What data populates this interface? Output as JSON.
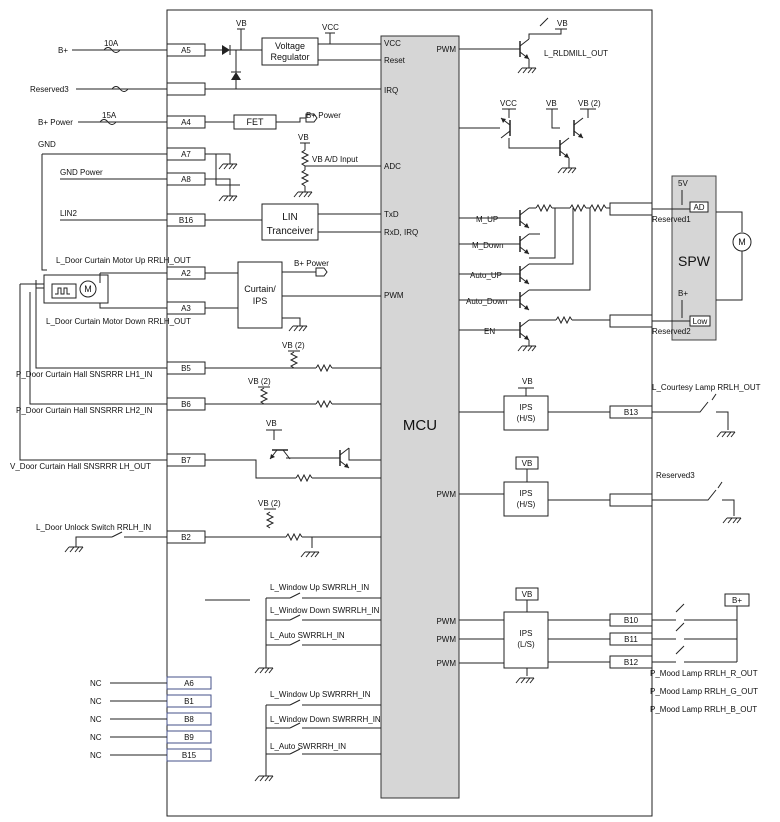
{
  "title": "",
  "blocks": {
    "mcu": "MCU",
    "spw": "SPW",
    "voltage_regulator": [
      "Voltage",
      "Regulator"
    ],
    "fet": "FET",
    "lin_transceiver": [
      "LIN",
      "Tranceiver"
    ],
    "curtain_ips": [
      "Curtain/",
      "IPS"
    ],
    "ips_hs_1": [
      "IPS",
      "(H/S)"
    ],
    "ips_hs_2": [
      "IPS",
      "(H/S)"
    ],
    "ips_ls": [
      "IPS",
      "(L/S)"
    ],
    "motor": "M"
  },
  "pins": {
    "A5": "A5",
    "A4": "A4",
    "A7": "A7",
    "A8": "A8",
    "B16": "B16",
    "A2": "A2",
    "A3": "A3",
    "B5": "B5",
    "B6": "B6",
    "B7": "B7",
    "B2": "B2",
    "A6": "A6",
    "B1": "B1",
    "B8": "B8",
    "B9": "B9",
    "B15": "B15",
    "B13": "B13",
    "B10": "B10",
    "B11": "B11",
    "B12": "B12"
  },
  "left_signals": {
    "b_plus": "B+",
    "fuse_10a": "10A",
    "reserved3": "Reserved3",
    "b_plus_power": "B+ Power",
    "fuse_15a": "15A",
    "gnd": "GND",
    "gnd_power": "GND Power",
    "lin2": "LIN2",
    "motor_up": "L_Door Curtain Motor Up RRLH_OUT",
    "motor_down": "L_Door Curtain Motor Down RRLH_OUT",
    "hall_lh1": "P_Door Curtain Hall SNSRRR LH1_IN",
    "hall_lh2": "P_Door Curtain Hall SNSRRR LH2_IN",
    "hall_v": "V_Door Curtain Hall SNSRRR LH_OUT",
    "unlock": "L_Door Unlock Switch RRLH_IN",
    "nc": "NC"
  },
  "mcu_left_ports": {
    "vcc": "VCC",
    "reset": "Reset",
    "irq": "IRQ",
    "adc": "ADC",
    "txd": "TxD",
    "rxd": "RxD, IRQ",
    "pwm": "PWM"
  },
  "mcu_right_ports": {
    "pwm": "PWM",
    "m_up": "M_UP",
    "m_down": "M_Down",
    "auto_up": "Auto_UP",
    "auto_down": "Auto_Down",
    "en": "EN"
  },
  "supply_labels": {
    "vb": "VB",
    "vcc": "VCC",
    "vb2": "VB (2)",
    "b_plus": "B+",
    "b_plus_power": "B+ Power",
    "vb_ad": "VB  A/D Input",
    "v5": "5V"
  },
  "switch_labels": {
    "win_up_swrrlh": "L_Window Up SWRRLH_IN",
    "win_down_swrrlh": "L_Window Down SWRRLH_IN",
    "auto_swrrlh": "L_Auto SWRRLH_IN",
    "win_up_swrrrh": "L_Window Up SWRRRH_IN",
    "win_down_swrrrh": "L_Window Down SWRRRH_IN",
    "auto_swrrrh": "L_Auto SWRRRH_IN"
  },
  "right_outputs": {
    "rldmill": "L_RLDMILL_OUT",
    "reserved1": "Reserved1",
    "reserved2": "Reserved2",
    "ad_tag": "AD",
    "low_tag": "Low",
    "courtesy": "L_Courtesy Lamp RRLH_OUT",
    "reserved3": "Reserved3",
    "mood_r": "P_Mood Lamp RRLH_R_OUT",
    "mood_g": "P_Mood Lamp RRLH_G_OUT",
    "mood_b": "P_Mood Lamp RRLH_B_OUT"
  },
  "colors": {
    "mcu_fill": "#d6d6d6",
    "nc_pin_border": "#44508a"
  }
}
